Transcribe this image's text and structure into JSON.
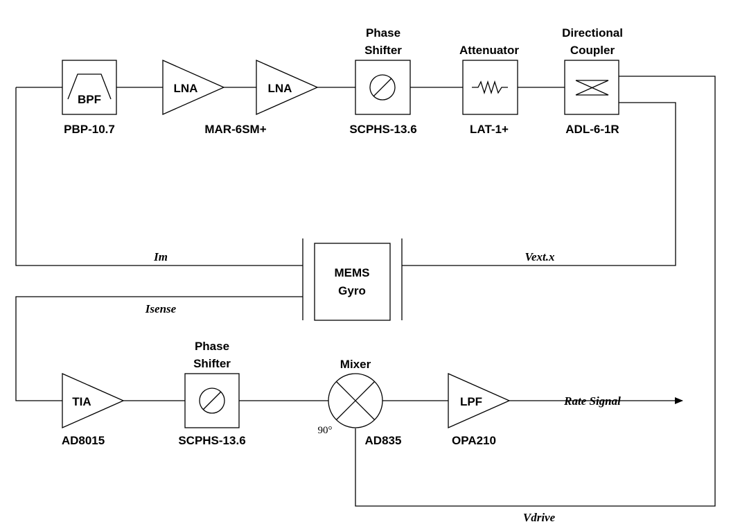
{
  "blocks": {
    "bpf": {
      "label": "BPF",
      "part": "PBP-10.7"
    },
    "lna1": {
      "label": "LNA"
    },
    "lna2": {
      "label": "LNA",
      "part": "MAR-6SM+"
    },
    "phase_shifter_top": {
      "title_line1": "Phase",
      "title_line2": "Shifter",
      "part": "SCPHS-13.6"
    },
    "attenuator": {
      "title": "Attenuator",
      "part": "LAT-1+"
    },
    "directional_coupler": {
      "title_line1": "Directional",
      "title_line2": "Coupler",
      "part": "ADL-6-1R"
    },
    "mems_gyro": {
      "line1": "MEMS",
      "line2": "Gyro"
    },
    "tia": {
      "label": "TIA",
      "part": "AD8015"
    },
    "phase_shifter_bottom": {
      "title_line1": "Phase",
      "title_line2": "Shifter",
      "part": "SCPHS-13.6"
    },
    "mixer": {
      "title": "Mixer",
      "part": "AD835",
      "angle": "90°"
    },
    "lpf": {
      "label": "LPF",
      "part": "OPA210"
    }
  },
  "signals": {
    "im": "Im",
    "vext": "Vext.x",
    "isense": "Isense",
    "rate_signal": "Rate Signal",
    "vdrive": "Vdrive"
  }
}
